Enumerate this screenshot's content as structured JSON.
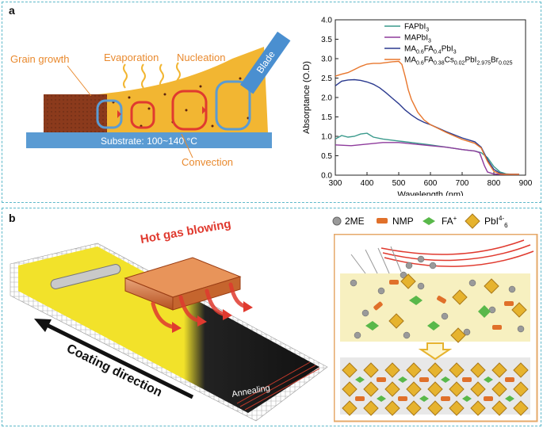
{
  "panel_a": {
    "label": "a",
    "schematic": {
      "grain_growth": "Grain growth",
      "evaporation": "Evaporation",
      "nucleation": "Nucleation",
      "blade": "Blade",
      "substrate": "Substrate: 100~140 °C",
      "convection": "Convection",
      "colors": {
        "orange_text": "#e98a2f",
        "substrate": "#5a9bd3",
        "film": "#f2b632",
        "crystal": "#8b3a1c"
      }
    }
  },
  "chart_data": {
    "type": "line",
    "xlabel": "Wavelength (nm)",
    "ylabel": "Absorptance (O.D)",
    "xlim": [
      300,
      900
    ],
    "ylim": [
      0.0,
      4.0
    ],
    "xticks": [
      "300",
      "400",
      "500",
      "600",
      "700",
      "800",
      "900"
    ],
    "yticks": [
      "0.0",
      "0.5",
      "1.0",
      "1.5",
      "2.0",
      "2.5",
      "3.0",
      "3.5",
      "4.0"
    ],
    "grid": false,
    "legend_position": "top-right",
    "series": [
      {
        "name": "FAPbI3",
        "legend": {
          "base": "FAPbI",
          "sub1": "3"
        },
        "color": "#3a9a8c",
        "x": [
          300,
          320,
          340,
          360,
          380,
          400,
          420,
          450,
          500,
          550,
          600,
          650,
          700,
          740,
          760,
          780,
          800,
          820,
          840,
          860,
          880
        ],
        "y": [
          0.93,
          1.02,
          0.98,
          1.0,
          1.06,
          1.08,
          0.98,
          0.93,
          0.88,
          0.83,
          0.78,
          0.72,
          0.66,
          0.62,
          0.58,
          0.45,
          0.22,
          0.08,
          0.03,
          0.02,
          0.02
        ]
      },
      {
        "name": "MAPbI3",
        "legend": {
          "base": "MAPbI",
          "sub1": "3"
        },
        "color": "#8e3b9c",
        "x": [
          300,
          350,
          400,
          450,
          500,
          550,
          600,
          650,
          700,
          740,
          755,
          770,
          780,
          800,
          820,
          850,
          880
        ],
        "y": [
          0.78,
          0.76,
          0.8,
          0.84,
          0.84,
          0.8,
          0.76,
          0.72,
          0.66,
          0.62,
          0.58,
          0.25,
          0.08,
          0.03,
          0.02,
          0.02,
          0.02
        ]
      },
      {
        "name": "MA0.6FA0.4PbI3",
        "legend": {
          "base": "MA",
          "sub1": "0.6",
          "mid1": "FA",
          "sub2": "0.4",
          "mid2": "PbI",
          "sub3": "3"
        },
        "color": "#2b3a8f",
        "x": [
          300,
          320,
          340,
          360,
          380,
          400,
          420,
          440,
          460,
          480,
          500,
          520,
          540,
          560,
          580,
          600,
          650,
          700,
          740,
          760,
          780,
          800,
          820,
          840,
          860,
          880
        ],
        "y": [
          2.3,
          2.42,
          2.45,
          2.46,
          2.44,
          2.4,
          2.34,
          2.25,
          2.12,
          1.98,
          1.84,
          1.68,
          1.55,
          1.44,
          1.36,
          1.3,
          1.12,
          0.96,
          0.86,
          0.72,
          0.4,
          0.15,
          0.05,
          0.02,
          0.02,
          0.02
        ]
      },
      {
        "name": "MA0.6FA0.38Cs0.02PbI2.975Br0.025",
        "legend": {
          "base": "MA",
          "sub1": "0.6",
          "mid1": "FA",
          "sub2": "0.38",
          "mid2": "Cs",
          "sub3": "0.02",
          "mid3": "PbI",
          "sub4": "2.975",
          "mid4": "Br",
          "sub5": "0.025"
        },
        "color": "#e8762c",
        "x": [
          300,
          320,
          340,
          360,
          380,
          400,
          420,
          440,
          460,
          480,
          500,
          510,
          520,
          530,
          540,
          560,
          580,
          600,
          650,
          700,
          740,
          760,
          780,
          800,
          820,
          840,
          860,
          880
        ],
        "y": [
          2.55,
          2.6,
          2.64,
          2.72,
          2.8,
          2.86,
          2.88,
          2.88,
          2.9,
          2.92,
          2.93,
          2.85,
          2.55,
          2.2,
          1.95,
          1.62,
          1.42,
          1.3,
          1.1,
          0.92,
          0.82,
          0.7,
          0.35,
          0.1,
          0.03,
          0.02,
          0.02,
          0.02
        ]
      }
    ]
  },
  "panel_b": {
    "label": "b",
    "hot_gas": "Hot gas blowing",
    "coating_direction": "Coating direction",
    "annealing": "Annealing",
    "legend": {
      "solvent": "2ME",
      "additive": "NMP",
      "cation": "FA",
      "cation_sup": "+",
      "octahedron": "PbI",
      "octahedron_sub": "6",
      "octahedron_sup": "4-"
    },
    "colors": {
      "film": "#f2e22a",
      "annealed": "#111111",
      "gas": "#e03a2f",
      "octahedron": "#e6b32e",
      "fa": "#59b84a",
      "nmp": "#e0702a",
      "solvent": "#9a9a9a"
    }
  }
}
